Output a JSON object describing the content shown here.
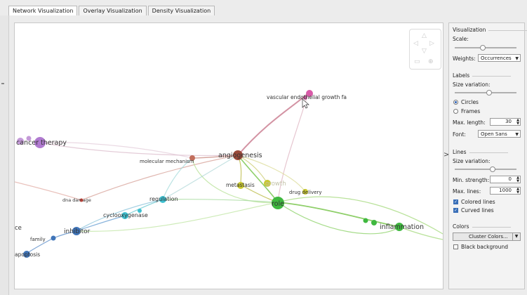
{
  "tabs": [
    {
      "label": "Network Visualization",
      "active": true
    },
    {
      "label": "Overlay Visualization",
      "active": false
    },
    {
      "label": "Density Visualization",
      "active": false
    }
  ],
  "network": {
    "labels": {
      "vegf": "vascular endothelial growth fa",
      "cancer_therapy": "cancer therapy",
      "angiogenesis": "angiogenesis",
      "molecular_mechanism": "molecular mechanism",
      "growth": "growth",
      "metastasis": "metastasis",
      "drug_delivery": "drug delivery",
      "role": "role",
      "dna_damage": "dna damage",
      "regulation": "regulation",
      "cyclooxygenase": "cyclooxygenase",
      "inhibitor": "inhibitor",
      "family": "family",
      "apoptosis": "apoptosis",
      "ce": "ce",
      "inflammation": "inflammation"
    },
    "colors": {
      "purple": "#b07ad0",
      "pink": "#d85aa8",
      "brown": "#9a4a3a",
      "yellow": "#c8c82e",
      "green": "#3fb83f",
      "red": "#d9463a",
      "cyan": "#3ec0d0",
      "blue": "#3f74b8"
    }
  },
  "panel": {
    "visualization": {
      "title": "Visualization",
      "scale_label": "Scale:",
      "scale_value": 0.45,
      "weights_label": "Weights:",
      "weights_value": "Occurrences"
    },
    "labels": {
      "title": "Labels",
      "size_variation_label": "Size variation:",
      "size_variation_value": 0.55,
      "circles": "Circles",
      "frames": "Frames",
      "max_length_label": "Max. length:",
      "max_length_value": "30",
      "font_label": "Font:",
      "font_value": "Open Sans"
    },
    "lines": {
      "title": "Lines",
      "size_variation_label": "Size variation:",
      "size_variation_value": 0.6,
      "min_strength_label": "Min. strength:",
      "min_strength_value": "0",
      "max_lines_label": "Max. lines:",
      "max_lines_value": "1000",
      "colored_lines": "Colored lines",
      "curved_lines": "Curved lines"
    },
    "colors": {
      "title": "Colors",
      "cluster_button": "Cluster Colors...",
      "black_background": "Black background"
    }
  }
}
